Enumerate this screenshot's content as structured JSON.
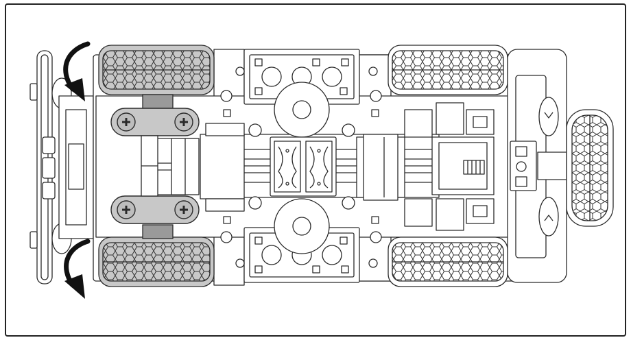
{
  "diagram": {
    "kind": "assembly-instruction-bottom-view",
    "frame_color": "#222222",
    "line_color": "#2a2a2a",
    "highlight_color": "#c8c8c8",
    "highlight_dark": "#9a9a9a",
    "arrow_color": "#111111",
    "parts": {
      "front_wheels": 2,
      "rear_wheels": 2,
      "spare_wheel": 1,
      "steering_links": 2,
      "turn_arrows": 2
    }
  }
}
